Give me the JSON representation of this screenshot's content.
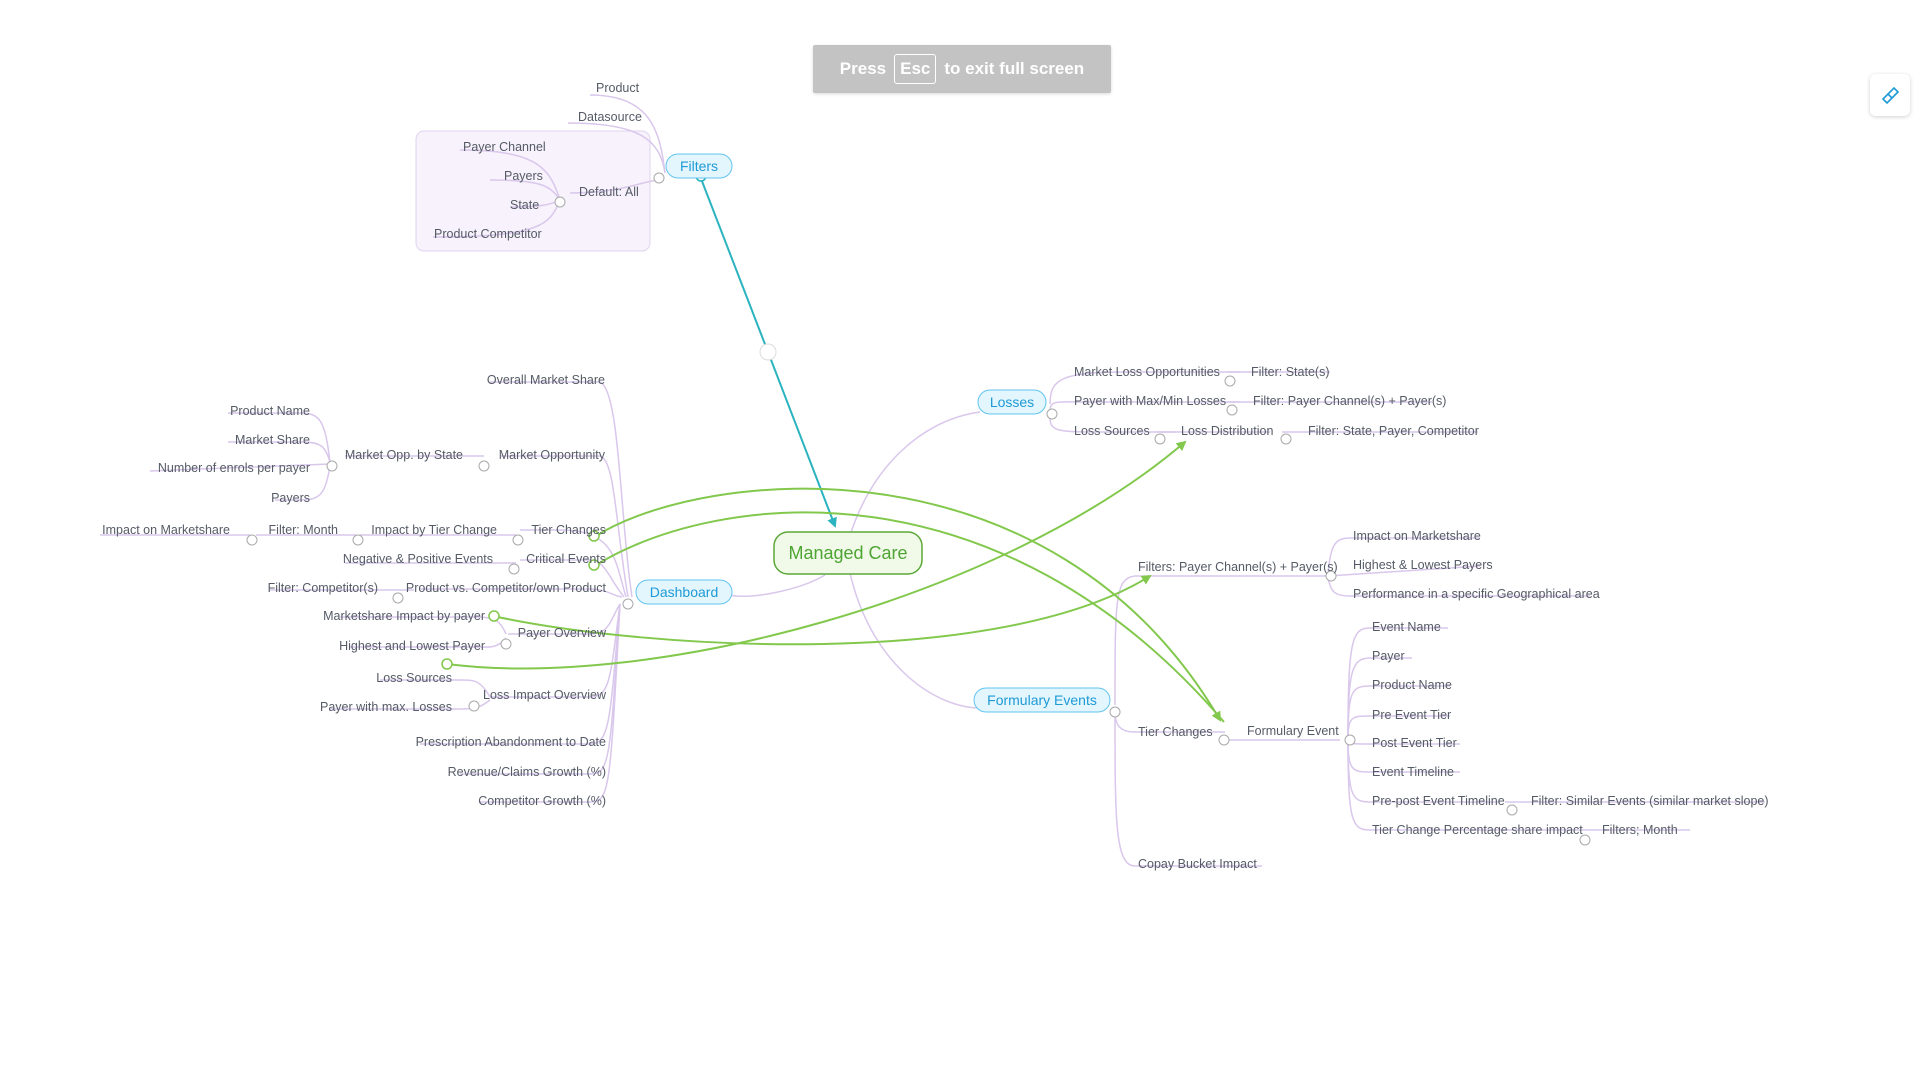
{
  "toast": {
    "press": "Press",
    "key": "Esc",
    "suffix": "to exit full screen"
  },
  "root": {
    "label": "Managed Care"
  },
  "filters": {
    "label": "Filters",
    "product": "Product",
    "datasource": "Datasource",
    "default": "Default: All",
    "payer_channel": "Payer Channel",
    "payers": "Payers",
    "state": "State",
    "product_competitor": "Product Competitor"
  },
  "losses": {
    "label": "Losses",
    "market_loss": "Market Loss Opportunities",
    "filter_states": "Filter: State(s)",
    "payer_maxmin": "Payer with Max/Min Losses",
    "filter_payer": "Filter: Payer Channel(s) + Payer(s)",
    "loss_sources": "Loss Sources",
    "loss_distribution": "Loss Distribution",
    "filter_spc": "Filter: State, Payer, Competitor"
  },
  "formulary": {
    "label": "Formulary Events",
    "filters_payer": "Filters: Payer Channel(s) + Payer(s)",
    "impact_marketshare": "Impact on Marketshare",
    "highest_lowest": "Highest & Lowest Payers",
    "performance": "Performance in a specific Geographical area",
    "tier_changes": "Tier Changes",
    "formulary_event": "Formulary Event",
    "event_name": "Event Name",
    "payer": "Payer",
    "product_name": "Product Name",
    "pre_event_tier": "Pre Event Tier",
    "post_event_tier": "Post Event Tier",
    "event_timeline": "Event Timeline",
    "prepost_timeline": "Pre-post Event Timeline",
    "filter_similar": "Filter: Similar Events (similar market slope)",
    "tier_change_pct": "Tier Change Percentage share impact",
    "filters_month": "Filters; Month",
    "copay": "Copay Bucket Impact"
  },
  "dashboard": {
    "label": "Dashboard",
    "overall_share": "Overall Market Share",
    "product_name": "Product Name",
    "market_share": "Market Share",
    "enrols": "Number of enrols per payer",
    "payers": "Payers",
    "market_opp_state": "Market Opp. by State",
    "market_opportunity": "Market Opportunity",
    "impact_marketshare": "Impact on Marketshare",
    "filter_month": "Filter: Month",
    "impact_tier": "Impact by Tier Change",
    "tier_changes": "Tier Changes",
    "neg_pos": "Negative & Positive Events",
    "critical_events": "Critical Events",
    "filter_competitor": "Filter: Competitor(s)",
    "product_vs": "Product vs. Competitor/own Product",
    "marketshare_payer": "Marketshare Impact by payer",
    "highest_lowest_payer": "Highest and Lowest Payer",
    "payer_overview": "Payer Overview",
    "loss_sources": "Loss Sources",
    "payer_max_losses": "Payer with max. Losses",
    "loss_impact": "Loss Impact Overview",
    "prescription": "Prescription Abandonment to Date",
    "revenue": "Revenue/Claims Growth (%)",
    "competitor_growth": "Competitor Growth (%)"
  },
  "colors": {
    "branch": "#d9c7ec",
    "relation_green": "#82c84c",
    "relation_teal": "#2bb3bf",
    "topic_fill": "#e3f5fd",
    "topic_stroke": "#62c4ef",
    "root_fill": "#f1f9e8",
    "root_stroke": "#5aa838"
  },
  "icons": {
    "tool": "brush-tool-icon"
  }
}
